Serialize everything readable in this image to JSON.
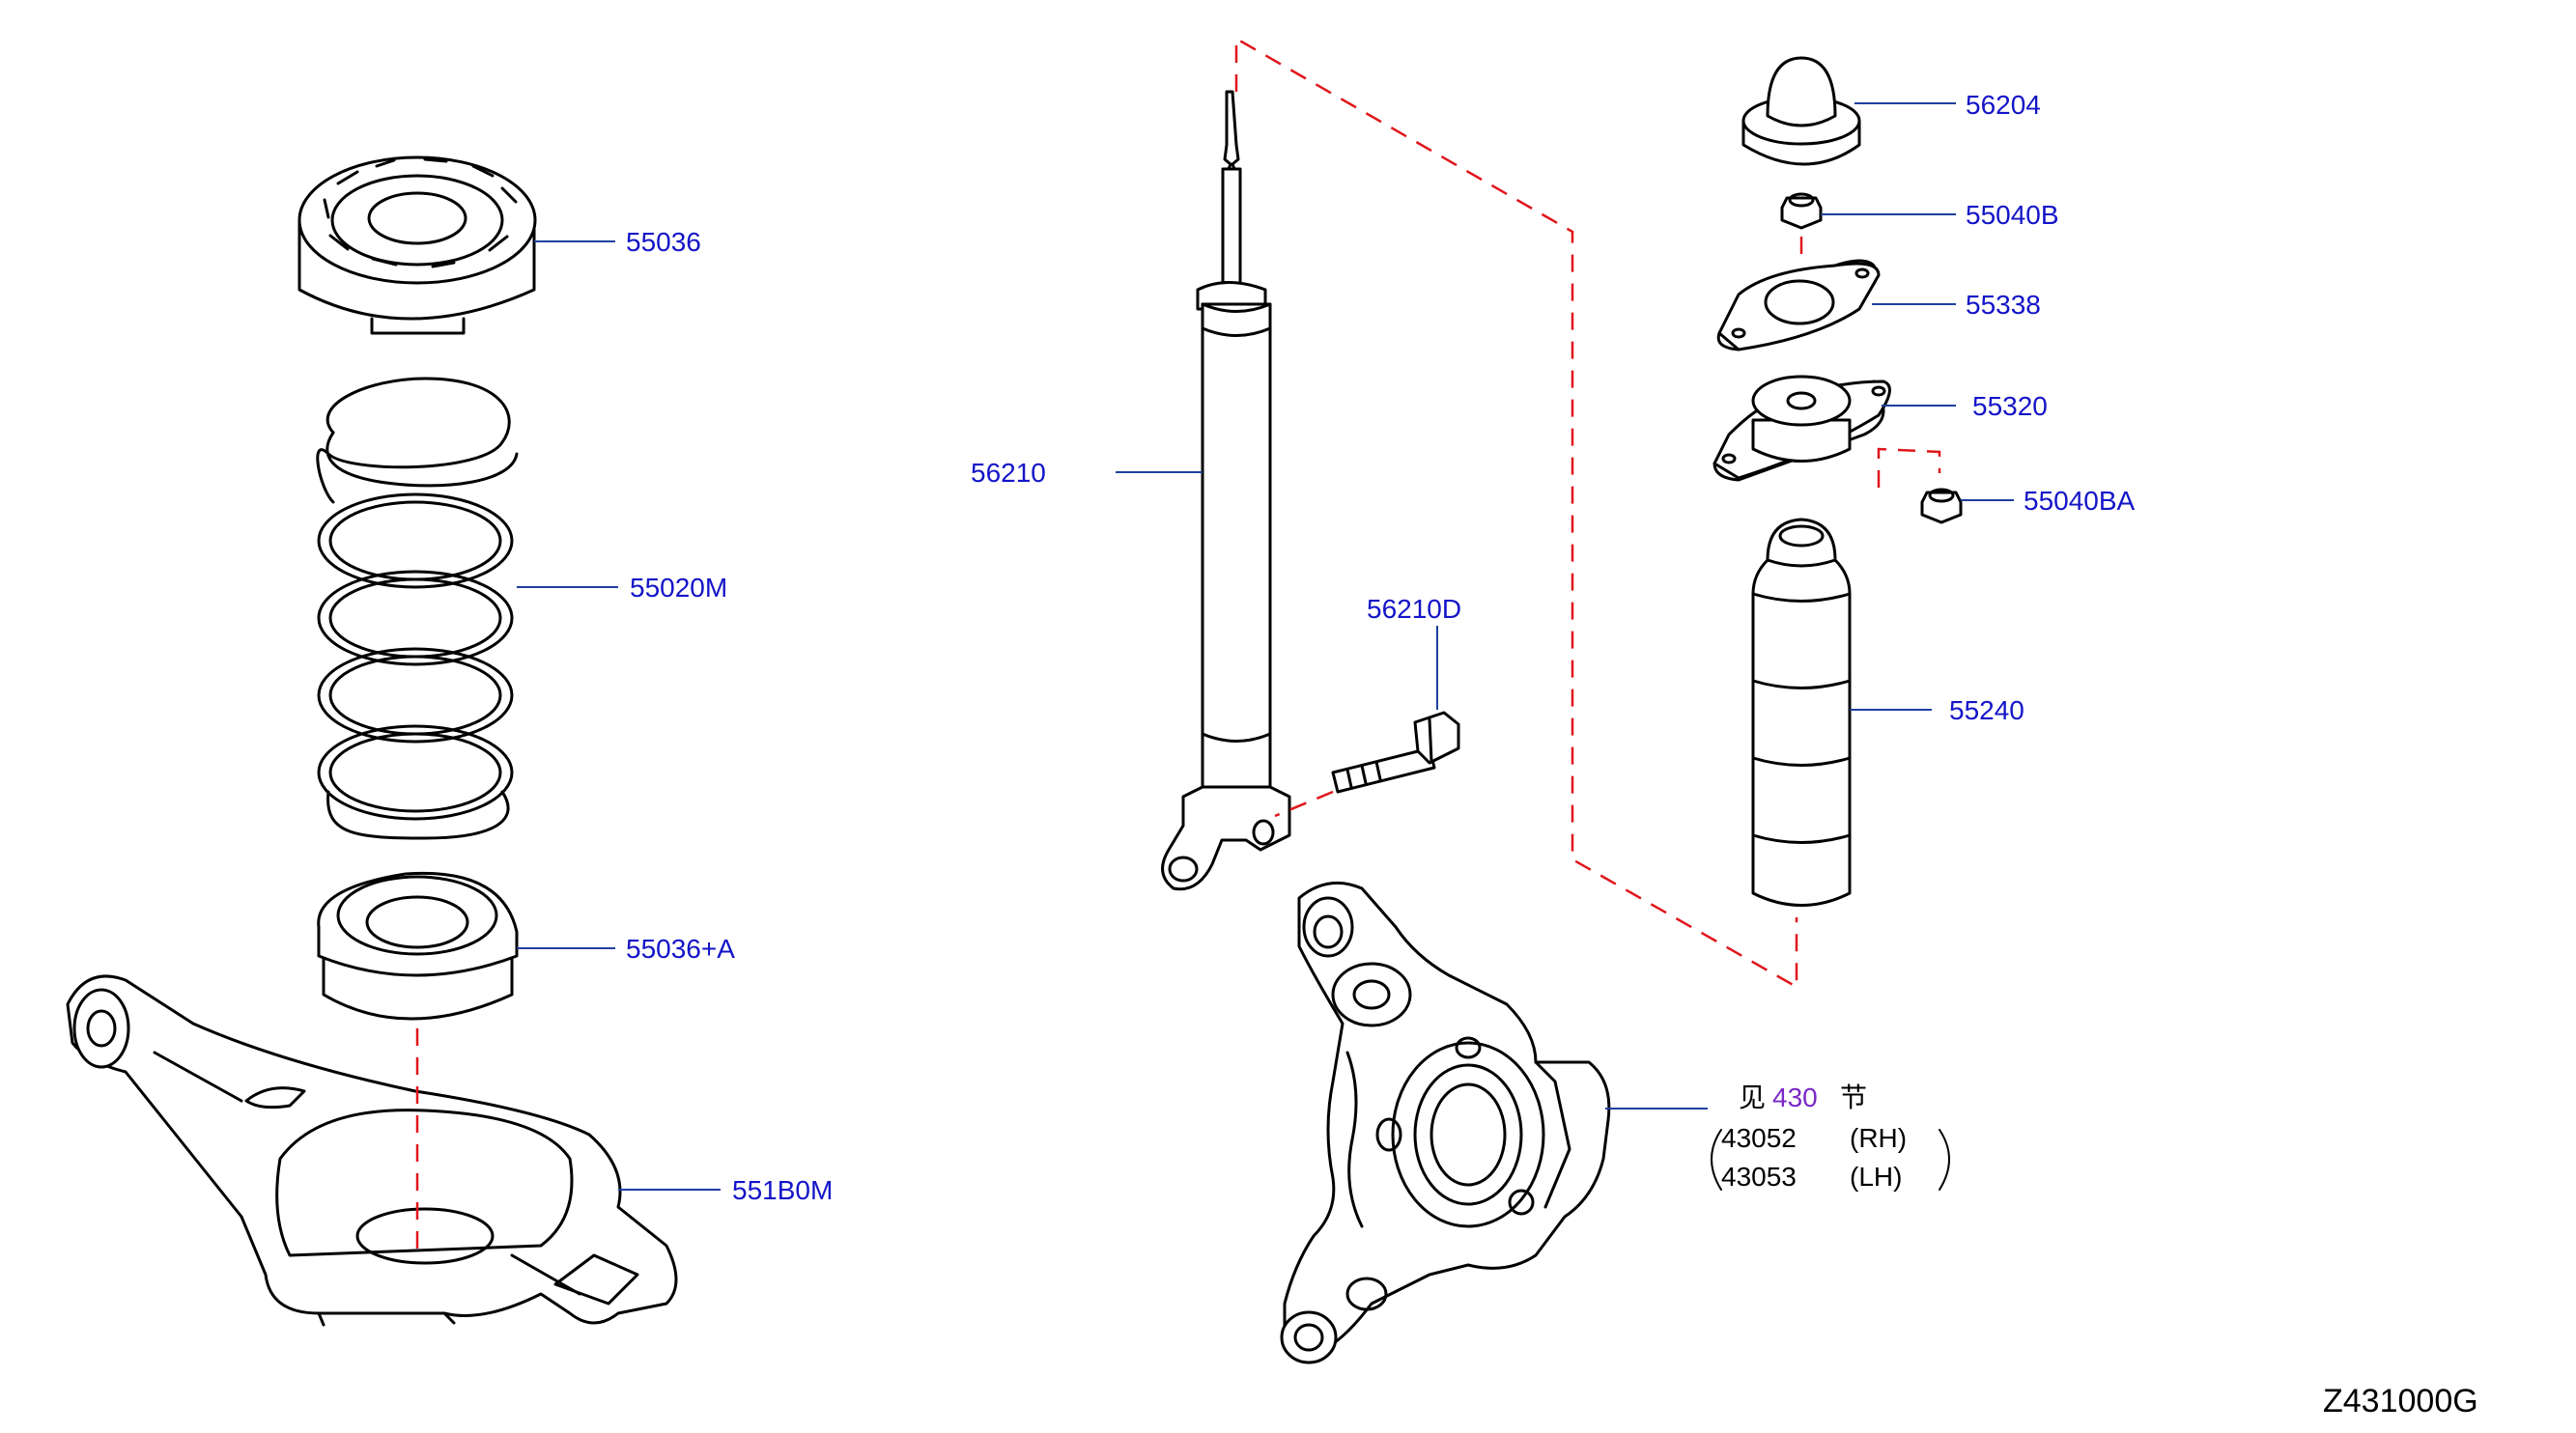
{
  "diagram": {
    "parts": [
      {
        "id": "p55036",
        "number": "55036"
      },
      {
        "id": "p55020M",
        "number": "55020M"
      },
      {
        "id": "p55036A",
        "number": "55036+A"
      },
      {
        "id": "p551B0M",
        "number": "551B0M"
      },
      {
        "id": "p56210",
        "number": "56210"
      },
      {
        "id": "p56210D",
        "number": "56210D"
      },
      {
        "id": "p56204",
        "number": "56204"
      },
      {
        "id": "p55040B",
        "number": "55040B"
      },
      {
        "id": "p55338",
        "number": "55338"
      },
      {
        "id": "p55320",
        "number": "55320"
      },
      {
        "id": "p55040BA",
        "number": "55040BA"
      },
      {
        "id": "p55240",
        "number": "55240"
      }
    ],
    "knuckle_ref": {
      "see": "见",
      "section_number": "430",
      "section": "节",
      "rows": [
        {
          "number": "43052",
          "side": "(RH)"
        },
        {
          "number": "43053",
          "side": "(LH)"
        }
      ]
    },
    "diagram_code": "Z431000G",
    "colors": {
      "label": "#1414c8",
      "leader": "#1f3f9f",
      "dashed": "#e0161b",
      "reference": "#7a28c8"
    }
  }
}
